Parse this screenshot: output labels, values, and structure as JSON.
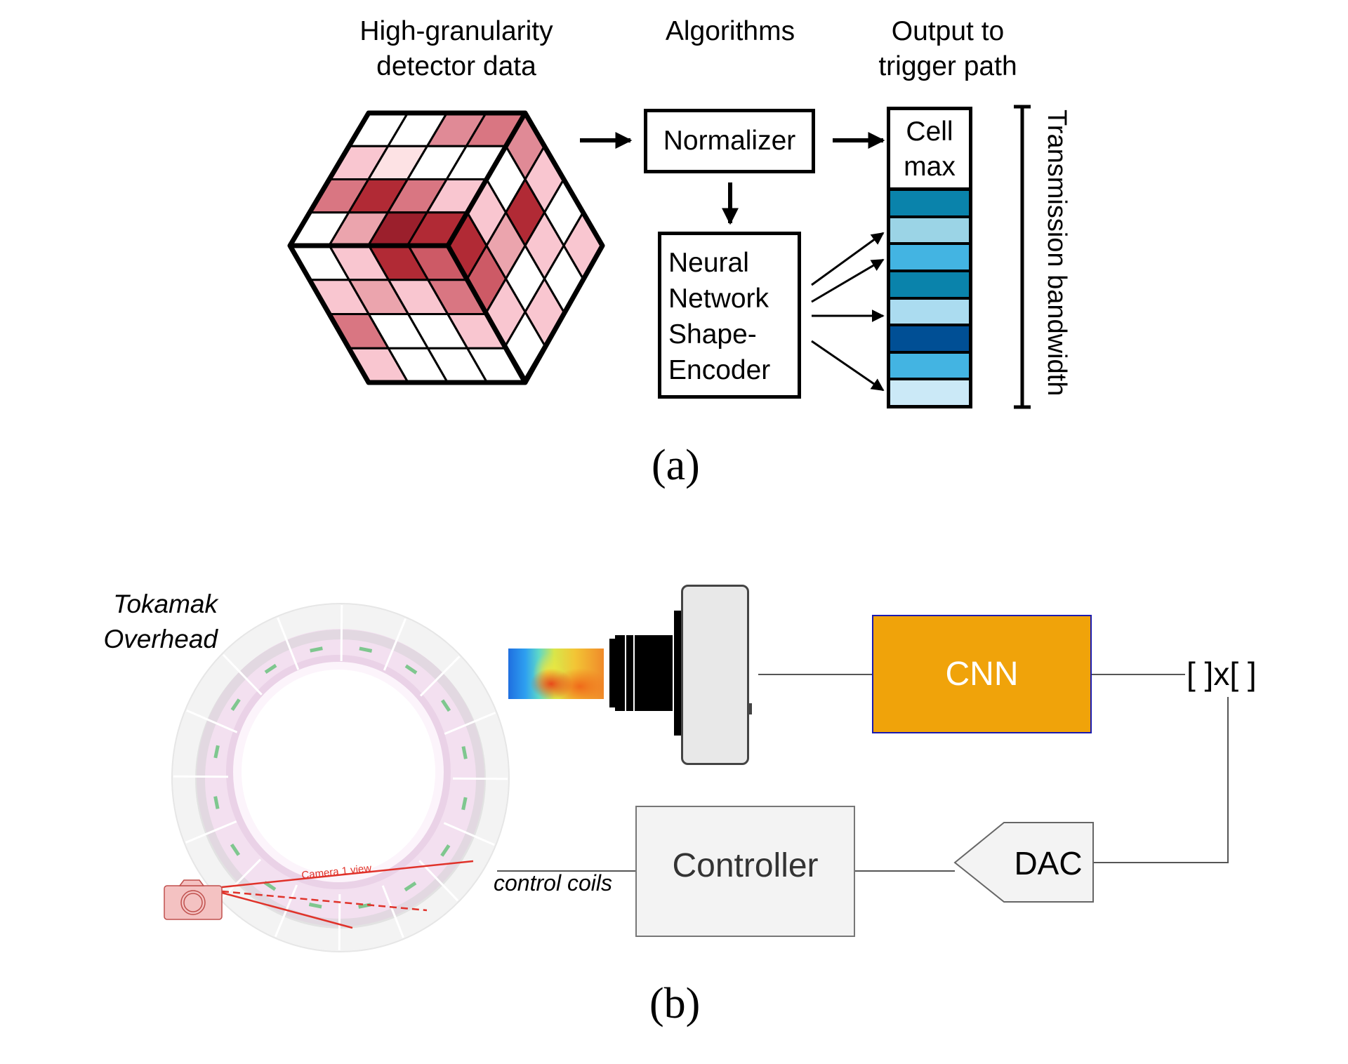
{
  "panel_a": {
    "caption": "(a)",
    "headers": {
      "input_line1": "High-granularity",
      "input_line2": "detector data",
      "algorithms": "Algorithms",
      "output_line1": "Output to",
      "output_line2": "trigger path"
    },
    "normalizer_label": "Normalizer",
    "encoder_lines": [
      "Neural",
      "Network",
      "Shape-",
      "Encoder"
    ],
    "cell_max_lines": [
      "Cell",
      "max"
    ],
    "bandwidth_label": "Transmission bandwidth",
    "output_cell_colors": [
      "#0a83ab",
      "#9bd4e6",
      "#43b4e2",
      "#0a83ab",
      "#abdcf0",
      "#004f95",
      "#43b4e2",
      "#cbe9f7"
    ],
    "cube": {
      "top_face": [
        [
          "#ffffff",
          "#ffffff",
          "#e08a96",
          "#d97682"
        ],
        [
          "#f9c6d0",
          "#fde2e4",
          "#ffffff",
          "#ffffff"
        ],
        [
          "#d97682",
          "#b12a35",
          "#d97682",
          "#f9c6d0"
        ],
        [
          "#ffffff",
          "#eba4ad",
          "#9b1f2c",
          "#b12a35"
        ]
      ],
      "front_face": [
        [
          "#ffffff",
          "#f9c6d0",
          "#b12a35",
          "#cd5a66"
        ],
        [
          "#f9c6d0",
          "#eba4ad",
          "#f9c6d0",
          "#d97682"
        ],
        [
          "#d97682",
          "#ffffff",
          "#ffffff",
          "#f9c6d0"
        ],
        [
          "#f9c6d0",
          "#ffffff",
          "#ffffff",
          "#ffffff"
        ]
      ],
      "right_face": [
        [
          "#e08a96",
          "#ffffff",
          "#f9c6d0",
          "#b12a35"
        ],
        [
          "#f9c6d0",
          "#b12a35",
          "#eba4ad",
          "#cd5a66"
        ],
        [
          "#ffffff",
          "#f9c6d0",
          "#ffffff",
          "#f9c6d0"
        ],
        [
          "#f9c6d0",
          "#ffffff",
          "#f9c6d0",
          "#ffffff"
        ]
      ]
    }
  },
  "panel_b": {
    "caption": "(b)",
    "tokamak_label_line1": "Tokamak",
    "tokamak_label_line2": "Overhead",
    "camera_view_label": "Camera 1 view",
    "cnn_label": "CNN",
    "output_label": "[ ]x[ ]",
    "controller_label": "Controller",
    "dac_label": "DAC",
    "control_coils_label": "control coils",
    "colors": {
      "cnn_fill": "#f0a30a",
      "cnn_border": "#1a1ab0",
      "box_fill": "#f3f3f3",
      "camera_body": "#e8e8e8",
      "camera_icon": "#f4c2c2",
      "view_line": "#e0322a"
    }
  }
}
